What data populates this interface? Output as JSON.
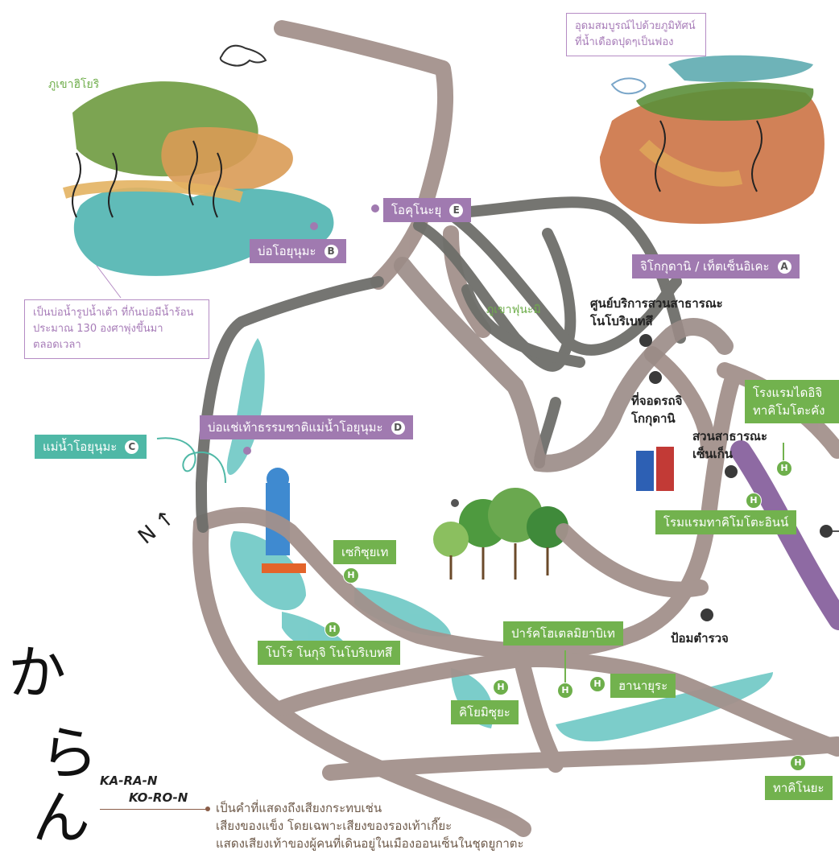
{
  "onsen_labels": [
    {
      "name": "บ่อโอยุนุมะ",
      "letter": "B"
    },
    {
      "name": "โอคุโนะยุ",
      "letter": "E"
    },
    {
      "name": "จิโกกุดานิ / เท็ตเซ็นอิเคะ",
      "letter": "A"
    },
    {
      "name": "แม่น้ำโอยุนุมะ",
      "letter": "C"
    },
    {
      "name": "บ่อแช่เท้าธรรมชาติแม่น้ำโอยุนุมะ",
      "letter": "D"
    }
  ],
  "hotels": [
    {
      "name": "โรงแรมไดอิจิ ทาคิโมโตะคัง"
    },
    {
      "name": "โรมแรมทาคิโมโตะอินน์"
    },
    {
      "name": "เซกิซุยเท"
    },
    {
      "name": "โบโร โนกุจิ โนโบริเบทสึ"
    },
    {
      "name": "ปาร์คโฮเตลมิยาบิเท"
    },
    {
      "name": "ฮานายุระ"
    },
    {
      "name": "คิโยมิซุยะ"
    },
    {
      "name": "ทาคิโนยะ"
    }
  ],
  "hotel_badge": "H",
  "places": {
    "park_center": "ศูนย์บริการสวนสาธารณะ\nโนโบริเบทสึ",
    "parking": "ที่จอดรถจิ\nโกกุดานิ",
    "sengen_park": "สวนสาธารณะ\nเซ็นเก็น",
    "police": "ป้อมตำรวจ"
  },
  "mountains": {
    "hiyori": "ภูเขาฮิโยริ",
    "funami": "ภูเขาฟุนะมิ"
  },
  "callouts": {
    "jigokudani": "อุดมสมบูรณ์ไปด้วยภูมิทัศน์\nที่น้ำเดือดปุดๆเป็นฟอง",
    "oyunuma": "เป็นบ่อน้ำรูปน้ำเต้า ที่ก้นบ่อมีน้ำร้อน\nประมาณ 130 องศาพุ่งขึ้นมา\nตลอดเวลา"
  },
  "karan": {
    "line1": "KA-RA-N",
    "line2": "KO-RO-N",
    "desc": "เป็นคำที่แสดงถึงเสียงกระทบเช่น\nเสียงของแข็ง โดยเฉพาะเสียงของรองเท้าเกี๊ยะ\nแสดงเสียงเท้าของผู้คนที่เดินอยู่ในเมืองออนเซ็นในชุดยูกาตะ"
  },
  "north_glyph": "N",
  "kana": [
    "か",
    "ら",
    "ん"
  ],
  "colors": {
    "road": "#a08a86",
    "road_dark": "#6c6c66",
    "purple": "#a07ab0",
    "teal": "#4fb8a6",
    "green": "#72b24e"
  }
}
